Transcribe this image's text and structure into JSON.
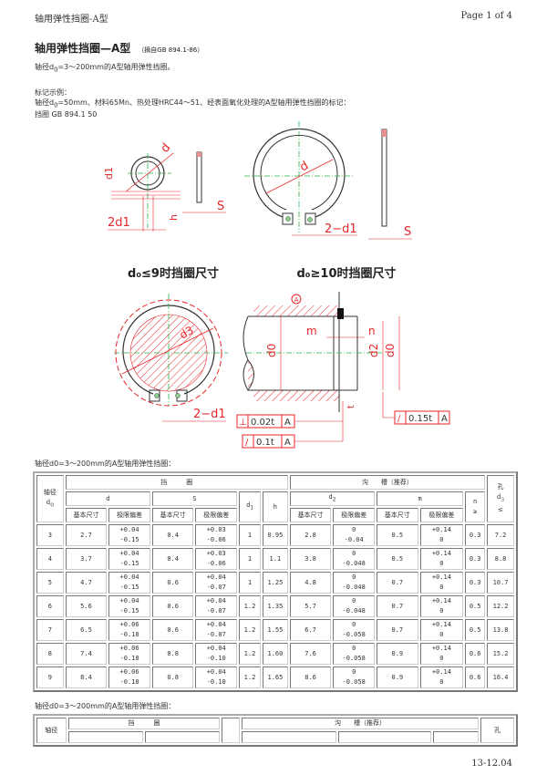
{
  "header": {
    "doc_title": "轴用弹性挡圈-A型",
    "page": "Page 1 of 4"
  },
  "title": "轴用弹性挡圈—A型",
  "source": "（摘自GB 894.1-86）",
  "intro": {
    "prefix": "轴径d",
    "sub": "0",
    "suffix": "=3～200mm的A型轴用弹性挡圈。"
  },
  "marking": {
    "label": "标记示例：",
    "line_prefix": "轴径d",
    "line_sub": "0",
    "line_suffix": "=50mm、材料65Mn、热处理HRC44～51、经表面氧化处理的A型轴用弹性挡圈的标记：",
    "code": "挡圈  GB 894.1  50"
  },
  "drawing": {
    "caption_small": "d₀≤9时挡圈尺寸",
    "caption_large": "d₀≥10时挡圈尺寸",
    "labels": {
      "d": "d",
      "d1": "d1",
      "h": "h",
      "two_d1": "2d1",
      "S": "S",
      "two_minus_d1": "2−d1",
      "d3": "d3",
      "d0": "d0",
      "d2": "d2",
      "m": "m",
      "n": "n",
      "t": "t",
      "A": "A"
    },
    "tolerances": [
      {
        "symbol": "⊥",
        "value": "0.02t",
        "datum": "A"
      },
      {
        "symbol": "/",
        "value": "0.1t",
        "datum": "A"
      },
      {
        "symbol": "/",
        "value": "0.15t",
        "datum": "A"
      }
    ],
    "colors": {
      "dimension": "#e8262b",
      "center": "#27b24a",
      "outline": "#333333"
    }
  },
  "table_caption": "轴径d0=3～200mm的A型轴用弹性挡圈：",
  "table": {
    "h_shaft": "轴径",
    "h_shaft_sym": "d",
    "h_shaft_sub": "0",
    "h_ring": "挡　　　圈",
    "h_groove": "沟　　槽（推荐）",
    "h_hole": "孔",
    "h_d3": "d",
    "h_d3_sub": "3",
    "h_d3_le": "≤",
    "h_d": "d",
    "h_S": "S",
    "h_d1": "d",
    "h_d1_sub": "1",
    "h_h": "h",
    "h_d2": "d",
    "h_d2_sub": "2",
    "h_m": "m",
    "h_n": "n",
    "h_n_ge": "≥",
    "basic": "基本尺寸",
    "dev": "极限偏差",
    "rows": [
      {
        "d0": "3",
        "d": "2.7",
        "d_up": "+0.04",
        "d_lo": "-0.15",
        "s": "0.4",
        "s_up": "+0.03",
        "s_lo": "-0.06",
        "d1": "1",
        "h": "0.95",
        "d2": "2.8",
        "d2_up": "0",
        "d2_lo": "-0.04",
        "m": "0.5",
        "m_up": "+0.14",
        "m_lo": "0",
        "n": "0.3",
        "d3": "7.2"
      },
      {
        "d0": "4",
        "d": "3.7",
        "d_up": "+0.04",
        "d_lo": "-0.15",
        "s": "0.4",
        "s_up": "+0.03",
        "s_lo": "-0.06",
        "d1": "1",
        "h": "1.1",
        "d2": "3.8",
        "d2_up": "0",
        "d2_lo": "-0.048",
        "m": "0.5",
        "m_up": "+0.14",
        "m_lo": "0",
        "n": "0.3",
        "d3": "8.8"
      },
      {
        "d0": "5",
        "d": "4.7",
        "d_up": "+0.04",
        "d_lo": "-0.15",
        "s": "0.6",
        "s_up": "+0.04",
        "s_lo": "-0.07",
        "d1": "1",
        "h": "1.25",
        "d2": "4.8",
        "d2_up": "0",
        "d2_lo": "-0.048",
        "m": "0.7",
        "m_up": "+0.14",
        "m_lo": "0",
        "n": "0.3",
        "d3": "10.7"
      },
      {
        "d0": "6",
        "d": "5.6",
        "d_up": "+0.04",
        "d_lo": "-0.15",
        "s": "0.6",
        "s_up": "+0.04",
        "s_lo": "-0.07",
        "d1": "1.2",
        "h": "1.35",
        "d2": "5.7",
        "d2_up": "0",
        "d2_lo": "-0.048",
        "m": "0.7",
        "m_up": "+0.14",
        "m_lo": "0",
        "n": "0.5",
        "d3": "12.2"
      },
      {
        "d0": "7",
        "d": "6.5",
        "d_up": "+0.06",
        "d_lo": "-0.18",
        "s": "0.6",
        "s_up": "+0.04",
        "s_lo": "-0.07",
        "d1": "1.2",
        "h": "1.55",
        "d2": "6.7",
        "d2_up": "0",
        "d2_lo": "-0.058",
        "m": "0.7",
        "m_up": "+0.14",
        "m_lo": "0",
        "n": "0.5",
        "d3": "13.8"
      },
      {
        "d0": "8",
        "d": "7.4",
        "d_up": "+0.06",
        "d_lo": "-0.18",
        "s": "0.8",
        "s_up": "+0.04",
        "s_lo": "-0.10",
        "d1": "1.2",
        "h": "1.60",
        "d2": "7.6",
        "d2_up": "0",
        "d2_lo": "-0.058",
        "m": "0.9",
        "m_up": "+0.14",
        "m_lo": "0",
        "n": "0.6",
        "d3": "15.2"
      },
      {
        "d0": "9",
        "d": "8.4",
        "d_up": "+0.06",
        "d_lo": "-0.18",
        "s": "0.8",
        "s_up": "+0.04",
        "s_lo": "-0.10",
        "d1": "1.2",
        "h": "1.65",
        "d2": "8.6",
        "d2_up": "0",
        "d2_lo": "-0.058",
        "m": "0.9",
        "m_up": "+0.14",
        "m_lo": "0",
        "n": "0.6",
        "d3": "16.4"
      }
    ]
  },
  "table2_caption": "轴径d0=3～200mm的A型轴用弹性挡圈：",
  "table2": {
    "h_shaft": "轴径",
    "h_ring": "挡　　　圈",
    "h_groove": "沟　　槽（推荐）",
    "h_hole": "孔"
  },
  "footer": "13-12.04"
}
